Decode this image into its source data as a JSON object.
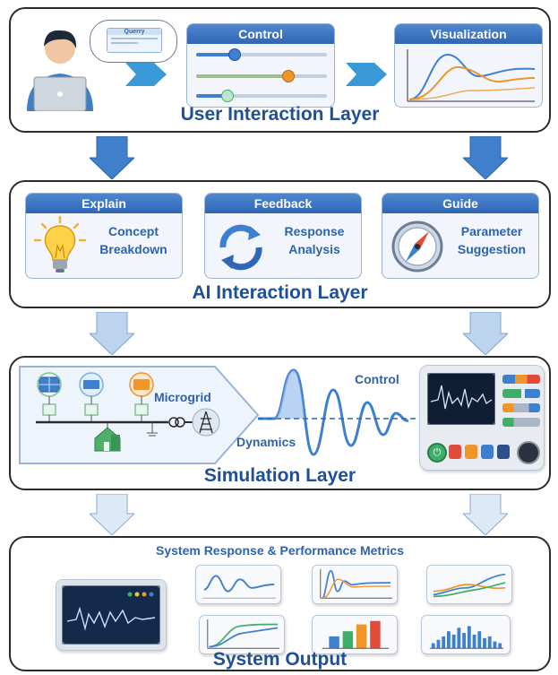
{
  "layers": {
    "user": {
      "title": "User Interaction Layer",
      "query_label": "Querry",
      "control_title": "Control",
      "visualization_title": "Visualization"
    },
    "ai": {
      "title": "AI Interaction Layer",
      "cards": [
        {
          "title": "Explain",
          "line1": "Concept",
          "line2": "Breakdown",
          "icon": "lightbulb-icon"
        },
        {
          "title": "Feedback",
          "line1": "Response",
          "line2": "Analysis",
          "icon": "refresh-cycle-icon"
        },
        {
          "title": "Guide",
          "line1": "Parameter",
          "line2": "Suggestion",
          "icon": "compass-icon"
        }
      ]
    },
    "simulation": {
      "title": "Simulation Layer",
      "microgrid_label": "Microgrid",
      "dynamics_label": "Dynamics",
      "control_label": "Control"
    },
    "output": {
      "title": "System Output",
      "subtitle": "System Response & Performance Metrics"
    }
  },
  "colors": {
    "brand_blue": "#1f4f96",
    "accent_blue": "#3f7fd0",
    "accent_orange": "#f0952a",
    "accent_green": "#3fae6a",
    "down_arrow_dark": "#3f7fcc",
    "down_arrow_light": "#bcd4ee",
    "down_arrow_pale": "#dde9f6"
  }
}
